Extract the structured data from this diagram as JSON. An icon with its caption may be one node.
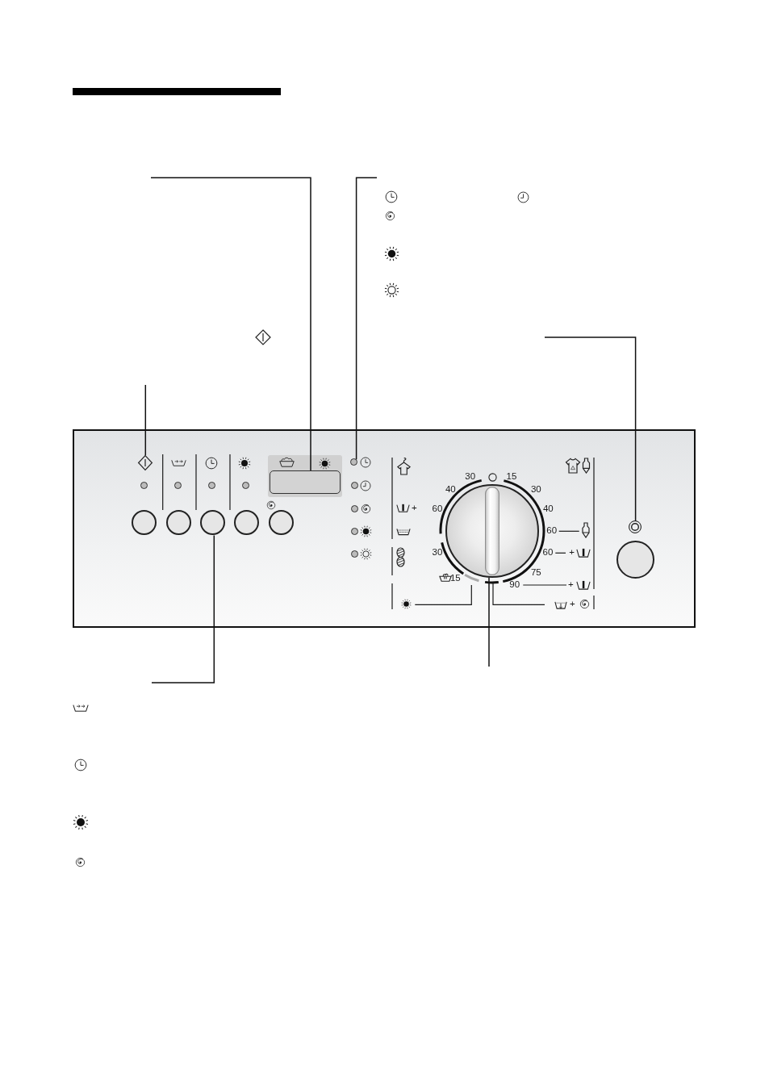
{
  "diagram": {
    "nodes": [
      {
        "text": [],
        "shape": "box"
      },
      {
        "text": [],
        "shape": "diamond",
        "in": 0
      },
      {
        "text": [],
        "shape": "box",
        "in": 0
      },
      {
        "text": [],
        "shape": "circle",
        "in": 0
      },
      {
        "text": [],
        "shape": "circle",
        "in": 0
      },
      {
        "text": [],
        "shape": "circle",
        "in": 0
      },
      {
        "text": [],
        "shape": "circle",
        "in": 0
      },
      {
        "text": [],
        "shape": "circle",
        "in": 0
      },
      {
        "text": [],
        "shape": "circle",
        "in": 0
      },
      {
        "text": [],
        "shape": "circle",
        "in": 0
      },
      {
        "text": [],
        "shape": "circle",
        "in": 0
      },
      {
        "text": [],
        "shape": "circle",
        "in": 0
      }
    ],
    "edges": [
      {
        "from": null,
        "to": 2,
        "arrow": "none"
      },
      {
        "from": null,
        "to": 3,
        "arrow": "none"
      },
      {
        "from": null,
        "to": 10,
        "arrow": "none"
      },
      {
        "from": null,
        "to": 1,
        "arrow": "none"
      },
      {
        "from": null,
        "to": 6,
        "arrow": "none"
      },
      {
        "from": null,
        "to": 9,
        "arrow": "none"
      }
    ],
    "labels": [
      "30",
      "15",
      "40",
      "30",
      "+",
      "60",
      "40",
      "60",
      "30",
      "60",
      "+",
      "75",
      "15",
      "90",
      "+",
      "+"
    ]
  }
}
